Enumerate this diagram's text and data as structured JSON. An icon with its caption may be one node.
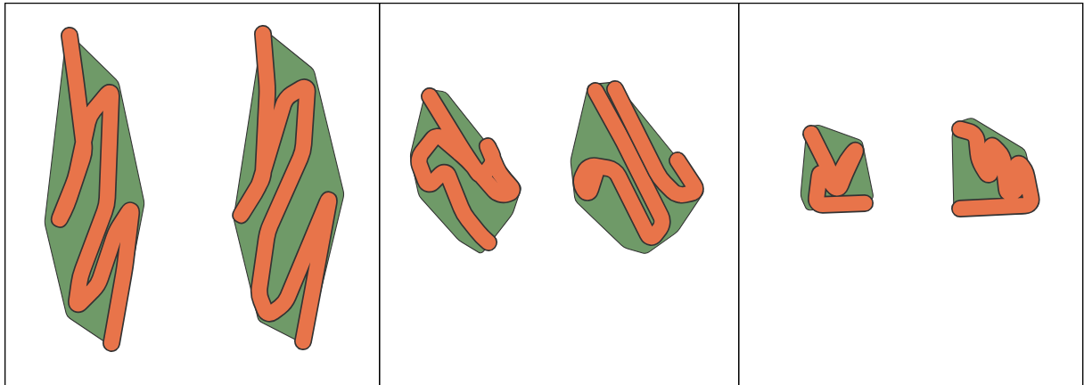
{
  "diagram": {
    "nodes": [
      {
        "text": [],
        "shape": "box"
      },
      {
        "text": [],
        "shape": "picture",
        "in": 0
      },
      {
        "text": [],
        "shape": "picture",
        "in": 0
      },
      {
        "text": [],
        "shape": "box"
      },
      {
        "text": [],
        "shape": "picture",
        "in": 3
      },
      {
        "text": [],
        "shape": "picture",
        "in": 3
      },
      {
        "text": [],
        "shape": "box"
      },
      {
        "text": [],
        "shape": "picture",
        "in": 6
      },
      {
        "text": [],
        "shape": "picture",
        "in": 6
      }
    ]
  }
}
